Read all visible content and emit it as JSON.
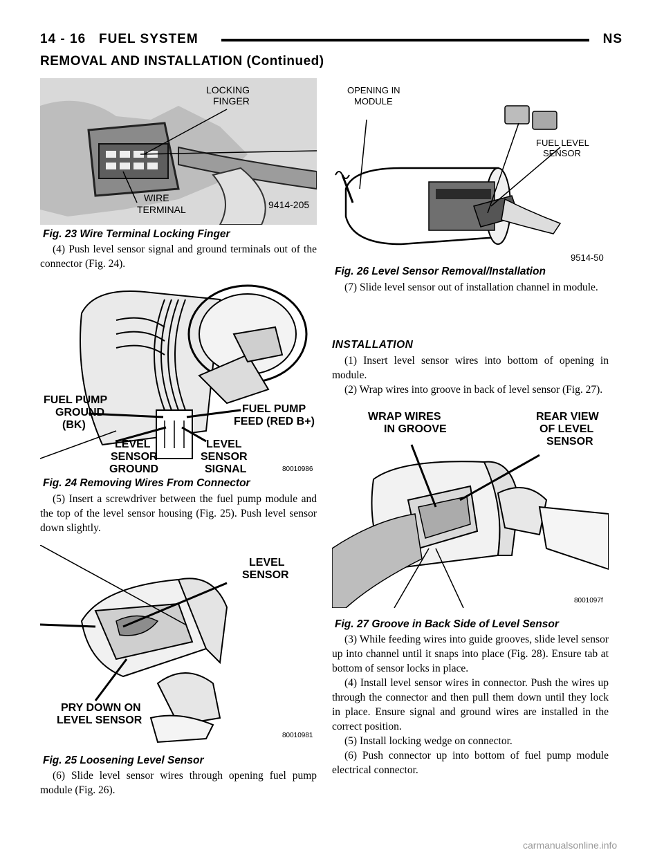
{
  "header": {
    "page_number": "14 - 16",
    "section": "FUEL SYSTEM",
    "code": "NS"
  },
  "subheader": "REMOVAL AND INSTALLATION (Continued)",
  "fig23": {
    "caption": "Fig. 23 Wire Terminal Locking Finger",
    "label_locking_1": "LOCKING",
    "label_locking_2": "FINGER",
    "label_wire_1": "WIRE",
    "label_wire_2": "TERMINAL",
    "ref": "9414-205"
  },
  "fig24": {
    "caption": "Fig. 24 Removing Wires From Connector",
    "gnd_1": "FUEL PUMP",
    "gnd_2": "GROUND",
    "gnd_3": "(BK)",
    "feed_1": "FUEL PUMP",
    "feed_2": "FEED (RED B+)",
    "lsg_1": "LEVEL",
    "lsg_2": "SENSOR",
    "lsg_3": "GROUND",
    "lss_1": "LEVEL",
    "lss_2": "SENSOR",
    "lss_3": "SIGNAL",
    "ref": "80010986"
  },
  "fig25": {
    "caption": "Fig. 25 Loosening Level Sensor",
    "ls_1": "LEVEL",
    "ls_2": "SENSOR",
    "pry_1": "PRY DOWN ON",
    "pry_2": "LEVEL SENSOR",
    "ref": "80010981"
  },
  "fig26": {
    "caption": "Fig. 26 Level Sensor Removal/Installation",
    "open_1": "OPENING IN",
    "open_2": "MODULE",
    "fls_1": "FUEL LEVEL",
    "fls_2": "SENSOR",
    "ref": "9514-50"
  },
  "fig27": {
    "caption": "Fig. 27 Groove in Back Side of Level Sensor",
    "wrap_1": "WRAP WIRES",
    "wrap_2": "IN GROOVE",
    "rear_1": "REAR VIEW",
    "rear_2": "OF LEVEL",
    "rear_3": "SENSOR",
    "ref": "8001097f"
  },
  "text": {
    "step4": "(4) Push level sensor signal and ground terminals out of the connector (Fig. 24).",
    "step5": "(5) Insert a screwdriver between the fuel pump module and the top of the level sensor housing (Fig. 25). Push level sensor down slightly.",
    "step6": "(6) Slide level sensor wires through opening fuel pump module (Fig. 26).",
    "step7": "(7) Slide level sensor out of installation channel in module.",
    "installation_heading": "INSTALLATION",
    "inst1": "(1) Insert level sensor wires into bottom of opening in module.",
    "inst2": "(2) Wrap wires into groove in back of level sensor (Fig. 27).",
    "inst3": "(3) While feeding wires into guide grooves, slide level sensor up into channel until it snaps into place (Fig. 28). Ensure tab at bottom of sensor locks in place.",
    "inst4": "(4) Install level sensor wires in connector. Push the wires up through the connector and then pull them down until they lock in place. Ensure signal and ground wires are installed in the correct position.",
    "inst5": "(5) Install locking wedge on connector.",
    "inst6": "(6) Push connector up into bottom of fuel pump module electrical connector."
  },
  "watermark": "carmanualsonline.info"
}
